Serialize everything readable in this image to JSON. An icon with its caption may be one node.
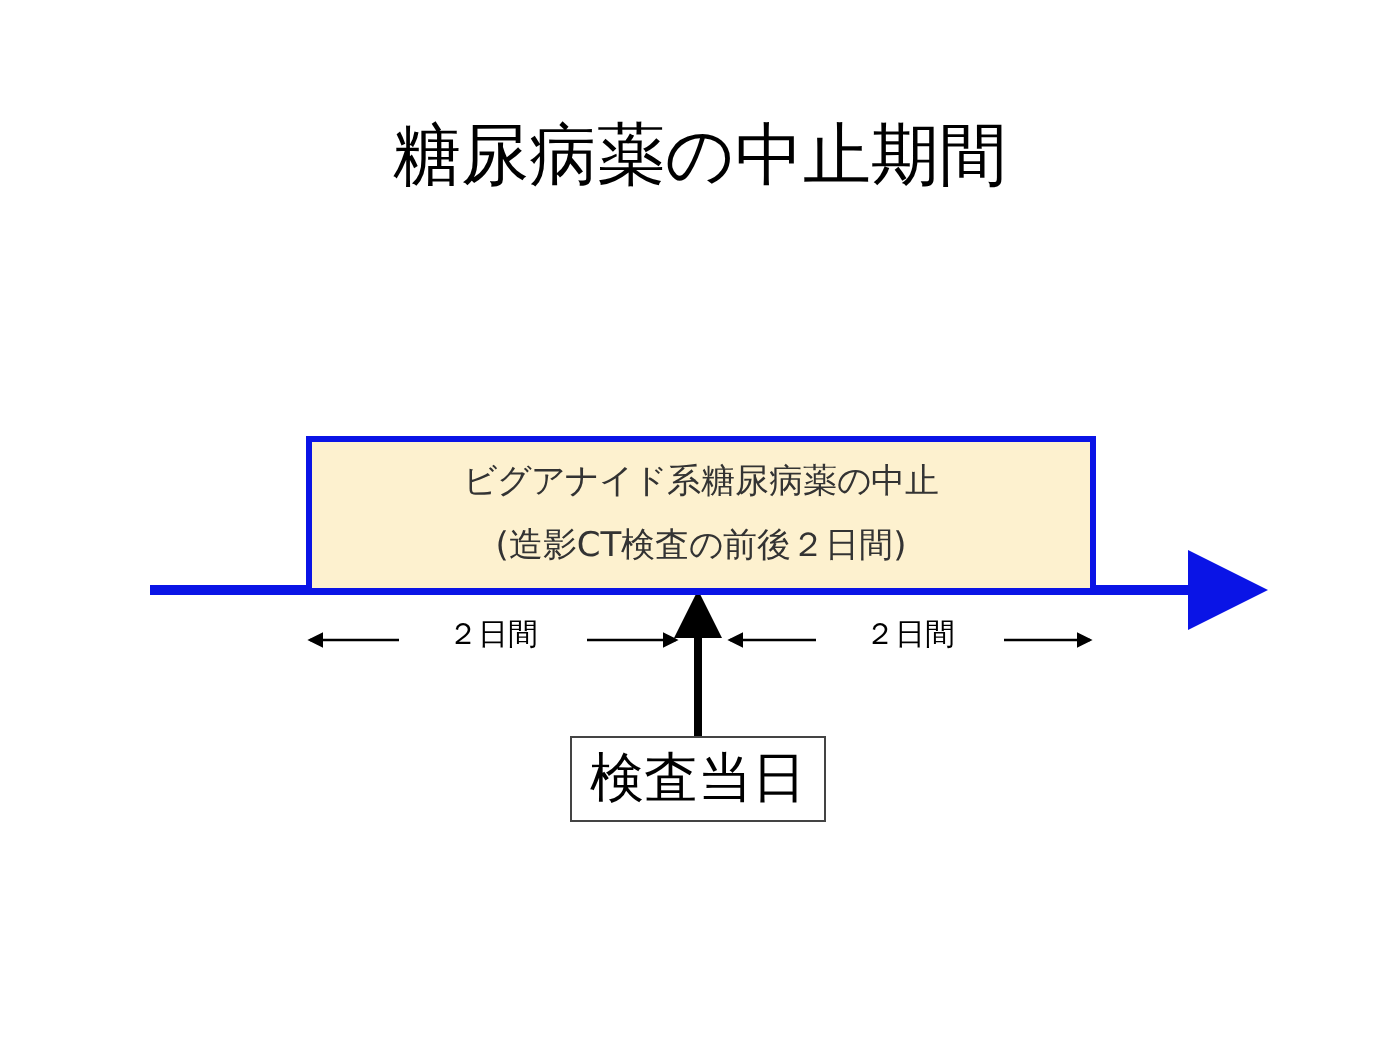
{
  "diagram": {
    "title": "糖尿病薬の中止期間",
    "nodes": [
      {
        "text": [
          "ビグアナイド系糖尿病薬の中止",
          "(造影CT検査の前後２日間)"
        ]
      },
      {
        "text": [
          "検査当日"
        ]
      }
    ],
    "edges": [
      {
        "from": 1,
        "to": 0,
        "arrow": "to"
      }
    ],
    "labels": [
      "２日間",
      "２日間"
    ]
  }
}
